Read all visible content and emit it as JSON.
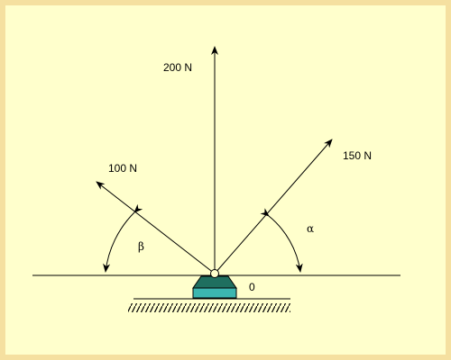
{
  "forces": {
    "left": {
      "label": "100 N"
    },
    "up": {
      "label": "200 N"
    },
    "right": {
      "label": "150 N"
    }
  },
  "angles": {
    "left": {
      "symbol": "β"
    },
    "right": {
      "symbol": "α"
    }
  },
  "origin": {
    "label": "0"
  },
  "colors": {
    "page_border": "#f5e0a0",
    "background": "#ffffcc",
    "support_top": "#1f6f5f",
    "support_base": "#3cb6b0",
    "line": "#000000"
  }
}
